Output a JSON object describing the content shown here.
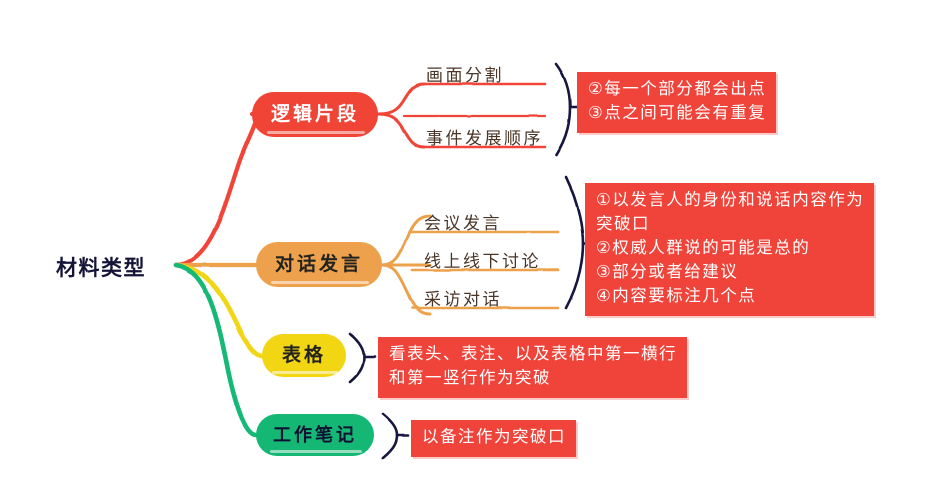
{
  "diagram": {
    "type": "mind-map",
    "title": "材料类型",
    "root": {
      "label": "材料类型",
      "text_color": "#151539"
    },
    "colors": {
      "red": "#f04437",
      "orange": "#eda14c",
      "yellow": "#f2d613",
      "green": "#14b874",
      "bracket": "#161640",
      "sub_text": "#4a3526",
      "callout_bg": "#f0443b",
      "callout_text": "#ffffff",
      "background": "#ffffff"
    },
    "branches": [
      {
        "id": "logic",
        "label": "逻辑片段",
        "color": "#f04437",
        "label_text_color": "#ffffff",
        "children": [
          "画面分割",
          "事件发展顺序"
        ],
        "callout": "②每一个部分都会出点\n③点之间可能会有重复"
      },
      {
        "id": "dialog",
        "label": "对话发言",
        "color": "#eda14c",
        "label_text_color": "#22221f",
        "children": [
          "会议发言",
          "线上线下讨论",
          "采访对话"
        ],
        "callout": "①以发言人的身份和说话内容作为\n突破口\n②权威人群说的可能是总的\n③部分或者给建议\n④内容要标注几个点"
      },
      {
        "id": "table",
        "label": "表格",
        "color": "#f2d613",
        "label_text_color": "#22221f",
        "children": [],
        "callout": "看表头、表注、以及表格中第一横行\n和第一竖行作为突破"
      },
      {
        "id": "notes",
        "label": "工作笔记",
        "color": "#14b874",
        "label_text_color": "#101034",
        "children": [],
        "callout": "以备注作为突破口"
      }
    ]
  }
}
